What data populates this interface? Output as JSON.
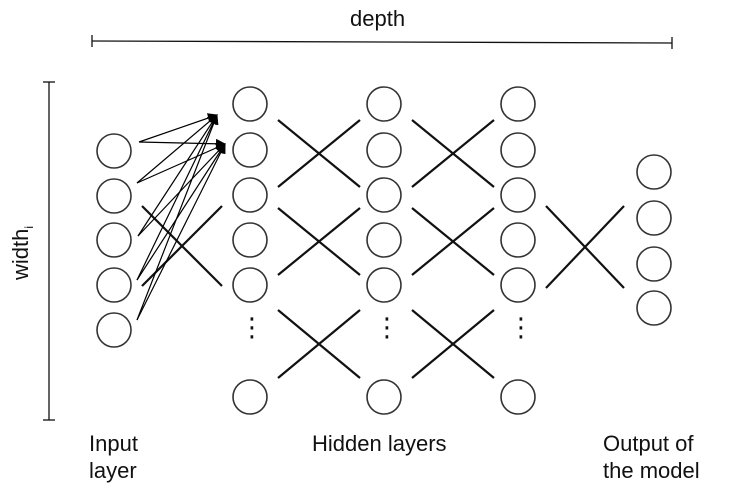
{
  "labels": {
    "depth": "depth",
    "width": "width",
    "width_subscript": "i",
    "input_line1": "Input",
    "input_line2": "layer",
    "hidden": "Hidden layers",
    "output_line1": "Output of",
    "output_line2": "the model"
  },
  "dots": "⋮",
  "colors": {
    "stroke": "#111111",
    "node_stroke": "#333333",
    "background": "#ffffff"
  }
}
